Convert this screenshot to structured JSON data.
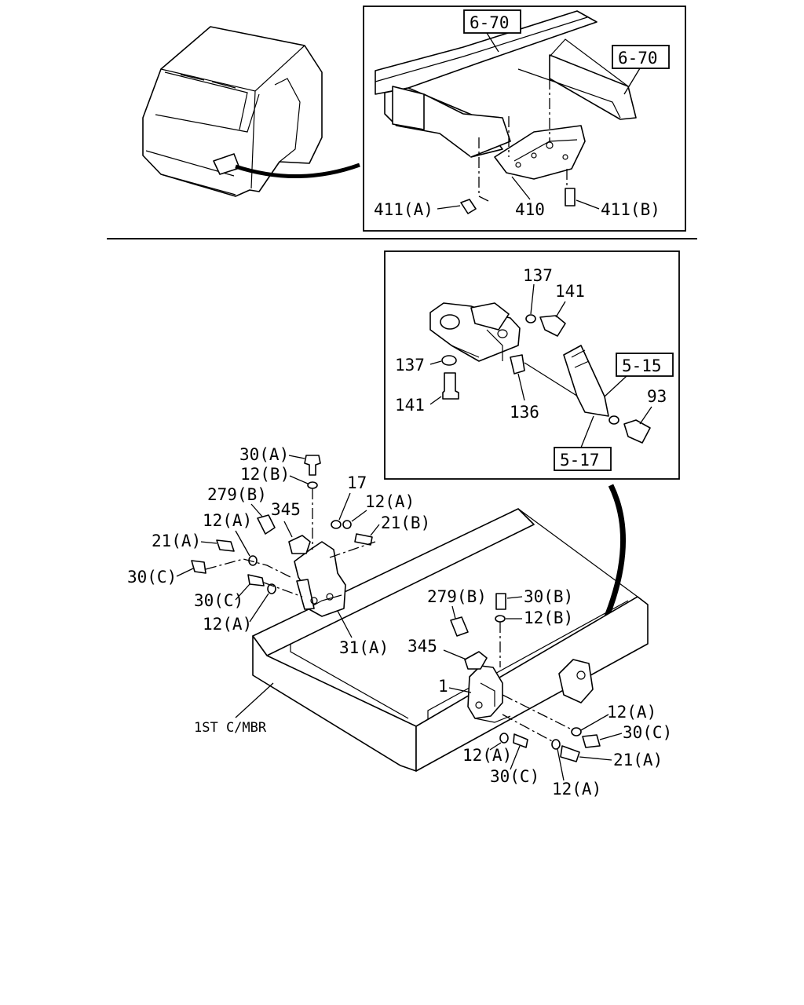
{
  "labels": {
    "ref_6_70_a": "6-70",
    "ref_6_70_b": "6-70",
    "p411a": "411(A)",
    "p410": "410",
    "p411b": "411(B)",
    "p137_top": "137",
    "p141_top": "141",
    "p137_left": "137",
    "p141_left": "141",
    "p136": "136",
    "ref_5_15": "5-15",
    "p93": "93",
    "ref_5_17": "5-17",
    "l30a": "30(A)",
    "l12b_left": "12(B)",
    "l279b_left": "279(B)",
    "l345_left": "345",
    "l17": "17",
    "l12a_top": "12(A)",
    "l21b": "21(B)",
    "l12a_left": "12(A)",
    "l21a_left": "21(A)",
    "l30c_left": "30(C)",
    "l30c_mid": "30(C)",
    "l12a_mid": "12(A)",
    "l31a": "31(A)",
    "l1st": "1ST C/MBR",
    "l279b_right": "279(B)",
    "l30b": "30(B)",
    "l12b_right": "12(B)",
    "l345_right": "345",
    "l1": "1",
    "l12a_r1": "12(A)",
    "l30c_r1": "30(C)",
    "l12a_r2": "12(A)",
    "l21a_right": "21(A)",
    "l30c_r2": "30(C)",
    "l12a_r3": "12(A)"
  }
}
